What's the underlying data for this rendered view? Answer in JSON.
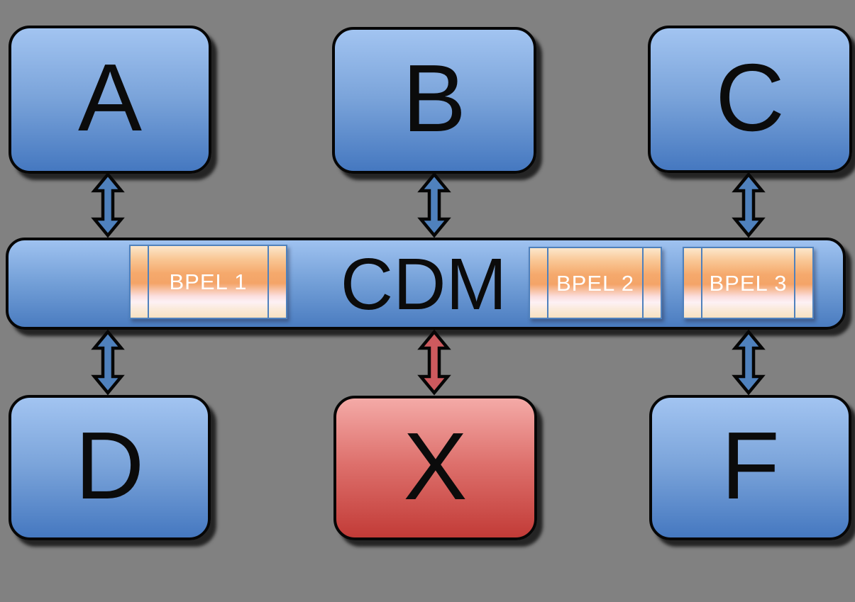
{
  "colors": {
    "background": "#818181",
    "node_blue_top": "#a2c4f1",
    "node_blue_bottom": "#4578c0",
    "node_red_top": "#f4aaa7",
    "node_red_bottom": "#c23b37",
    "bpel_orange": "#f4a468",
    "bpel_border": "#4f81bd",
    "arrow_blue": "#4f81bd",
    "arrow_red": "#cd5a5e",
    "outline_black": "#060606"
  },
  "nodes": {
    "top": [
      {
        "id": "A",
        "label": "A",
        "variant": "blue"
      },
      {
        "id": "B",
        "label": "B",
        "variant": "blue"
      },
      {
        "id": "C",
        "label": "C",
        "variant": "blue"
      }
    ],
    "bus": {
      "label": "CDM",
      "components": [
        {
          "label": "BPEL 1"
        },
        {
          "label": "BPEL 2"
        },
        {
          "label": "BPEL 3"
        }
      ]
    },
    "bottom": [
      {
        "id": "D",
        "label": "D",
        "variant": "blue"
      },
      {
        "id": "X",
        "label": "X",
        "variant": "red"
      },
      {
        "id": "F",
        "label": "F",
        "variant": "blue"
      }
    ]
  },
  "connections": [
    {
      "from": "A",
      "to": "CDM",
      "bidirectional": true,
      "color": "blue"
    },
    {
      "from": "B",
      "to": "CDM",
      "bidirectional": true,
      "color": "blue"
    },
    {
      "from": "C",
      "to": "CDM",
      "bidirectional": true,
      "color": "blue"
    },
    {
      "from": "D",
      "to": "CDM",
      "bidirectional": true,
      "color": "blue"
    },
    {
      "from": "X",
      "to": "CDM",
      "bidirectional": true,
      "color": "red"
    },
    {
      "from": "F",
      "to": "CDM",
      "bidirectional": true,
      "color": "blue"
    }
  ]
}
